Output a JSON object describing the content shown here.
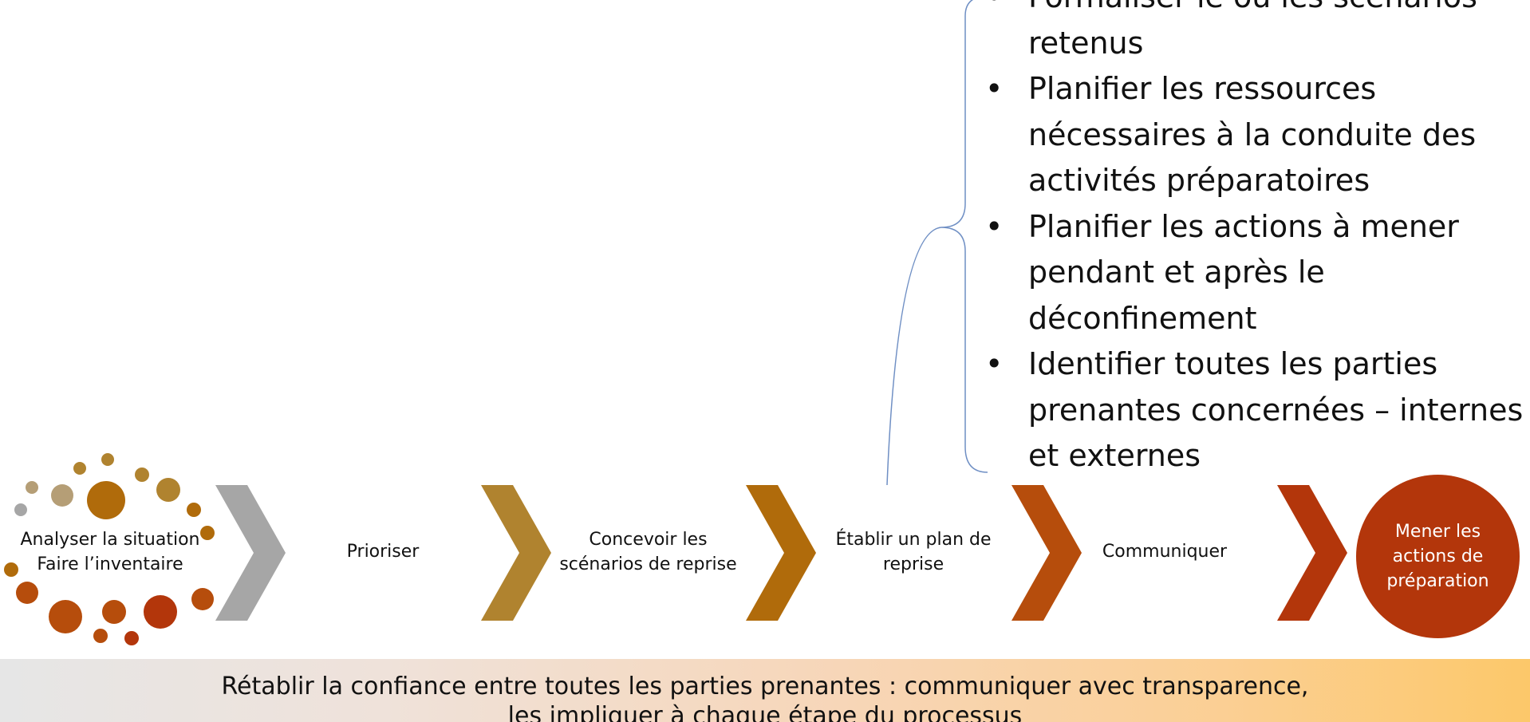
{
  "bullets": [
    "Formaliser le ou les scénarios retenus",
    "Planifier les ressources nécessaires à la conduite des activités préparatoires",
    "Planifier les actions à mener pendant et après le déconfinement",
    "Identifier toutes les parties prenantes concernées – internes et externes"
  ],
  "steps": [
    {
      "line1": "Analyser la situation",
      "line2": "Faire l’inventaire",
      "color": "#a6a6a6"
    },
    {
      "line1": "Prioriser",
      "line2": "",
      "color": "#b0832f"
    },
    {
      "line1": "Concevoir les",
      "line2": "scénarios de reprise",
      "color": "#b06b0b"
    },
    {
      "line1": "Établir un plan de",
      "line2": "reprise",
      "color": "#b64d0c"
    },
    {
      "line1": "Communiquer",
      "line2": "",
      "color": "#b3360b"
    }
  ],
  "final_step": {
    "label": "Mener les\nactions de\npréparation",
    "color": "#b3360b"
  },
  "footer": {
    "line1": "Rétablir la confiance entre toutes les parties prenantes : communiquer avec transparence,",
    "line2": "les impliquer à chaque étape du processus"
  },
  "colors": {
    "brace": "#6f8fc4",
    "dot_palette": [
      "#a6a6a6",
      "#b59e76",
      "#b0832f",
      "#b06b0b",
      "#b64d0c",
      "#b3360b"
    ]
  }
}
